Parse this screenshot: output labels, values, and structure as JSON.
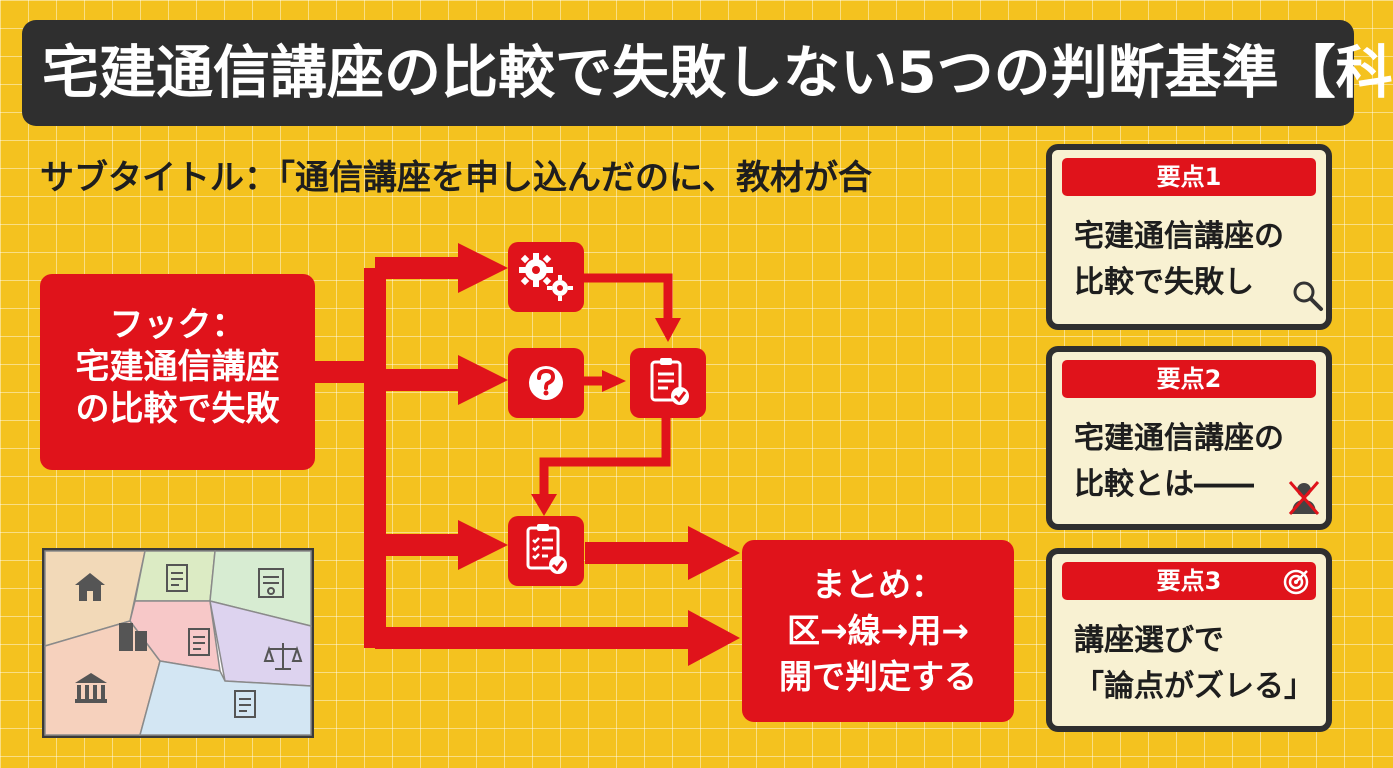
{
  "title": "宅建通信講座の比較で失敗しない5つの判断基準【科",
  "subtitle": "サブタイトル：「通信講座を申し込んだのに、教材が合",
  "hook": {
    "line1": "フック：",
    "line2": "宅建通信講座",
    "line3": "の比較で失敗"
  },
  "summary": {
    "line1": "まとめ：",
    "line2": "区→線→用→",
    "line3": "開で判定する"
  },
  "nodes": [
    {
      "icon": "gears-icon"
    },
    {
      "icon": "question-icon"
    },
    {
      "icon": "clipboard-check-icon"
    },
    {
      "icon": "checklist-icon"
    }
  ],
  "cards": [
    {
      "header": "要点1",
      "line1": "宅建通信講座の",
      "line2": "比較で失敗し",
      "icon": "magnifier-icon"
    },
    {
      "header": "要点2",
      "line1": "宅建通信講座の",
      "line2": "比較とは――",
      "icon": "person-cross-icon"
    },
    {
      "header": "要点3",
      "line1": "講座選びで",
      "line2": "「論点がズレる」",
      "icon": "target-icon"
    }
  ],
  "map": {
    "icons": [
      "house-icon",
      "document-icon",
      "certificate-icon",
      "building-icon",
      "form-icon",
      "scale-icon",
      "bank-icon",
      "file-icon"
    ]
  },
  "colors": {
    "background": "#f4c21f",
    "accent_red": "#e0131b",
    "dark": "#2f2f2f",
    "card_bg": "#f8f1d2"
  }
}
